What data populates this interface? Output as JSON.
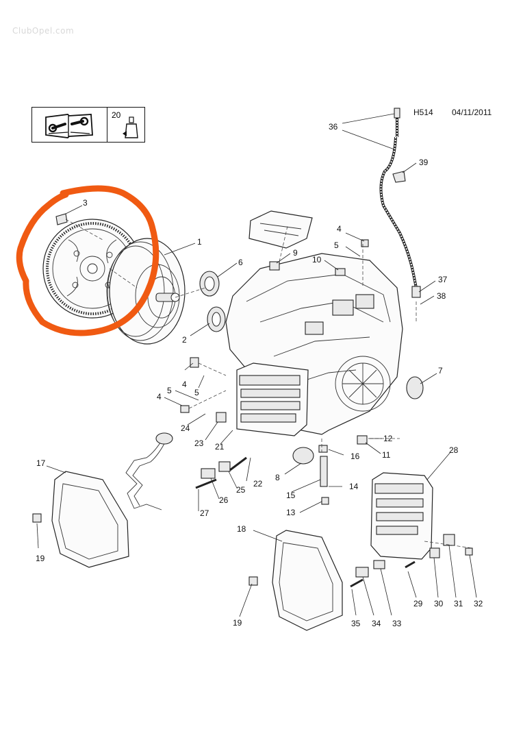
{
  "watermark": "ClubOpel.com",
  "diagram_code": "H514",
  "date": "04/11/2011",
  "legend": {
    "tool_icon": "service-manual-wrench-icon",
    "sealant_number": "20",
    "sealant_icon": "sealant-tube-icon"
  },
  "callouts": {
    "c1": "1",
    "c2": "2",
    "c3": "3",
    "c4a": "4",
    "c4b": "4",
    "c4c": "4",
    "c5a": "5",
    "c5b": "5",
    "c5c": "5",
    "c6": "6",
    "c7": "7",
    "c8": "8",
    "c9": "9",
    "c10": "10",
    "c11": "11",
    "c12": "12",
    "c13": "13",
    "c14": "14",
    "c15": "15",
    "c16": "16",
    "c17": "17",
    "c18": "18",
    "c19a": "19",
    "c19b": "19",
    "c21": "21",
    "c22": "22",
    "c23": "23",
    "c24": "24",
    "c25": "25",
    "c26": "26",
    "c27": "27",
    "c28": "28",
    "c29": "29",
    "c30": "30",
    "c31": "31",
    "c32": "32",
    "c33": "33",
    "c34": "34",
    "c35": "35",
    "c36": "36",
    "c37": "37",
    "c38": "38",
    "c39": "39"
  },
  "highlight_color": "#f05a12"
}
